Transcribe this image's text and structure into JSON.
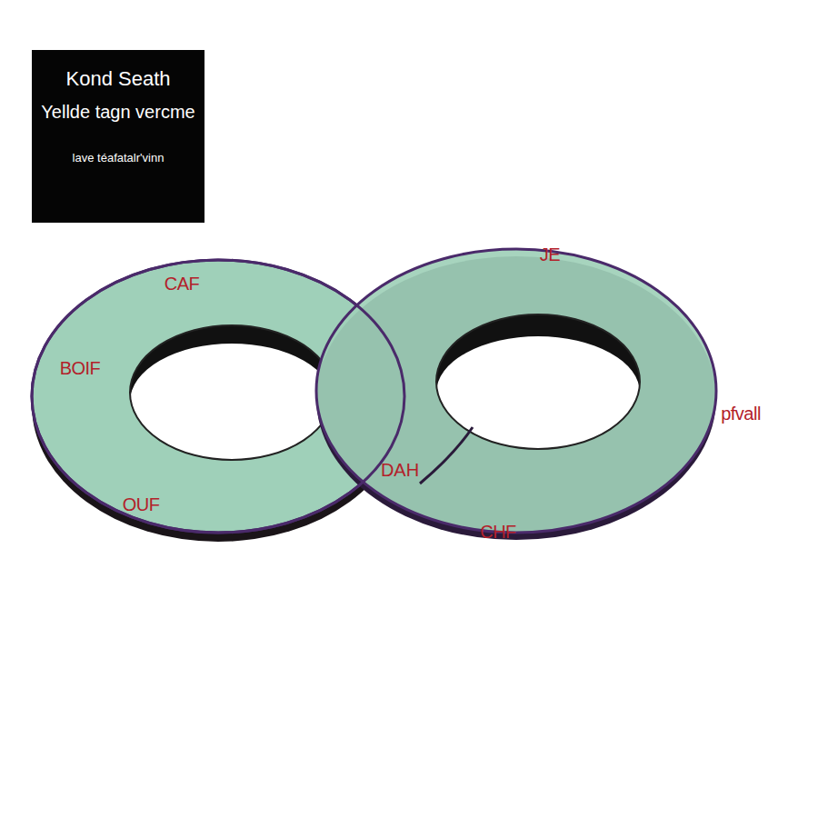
{
  "diagram": {
    "nodes": [
      {
        "text": [
          "Kond Seath",
          "Yellde tagn vercme",
          "lave téafatalr'vinn"
        ]
      },
      {
        "text": [
          "CAF",
          "BOIF",
          "OUF"
        ]
      },
      {
        "text": [
          "JE",
          "pfvall",
          "CHF"
        ]
      }
    ],
    "labels": [
      "DAH"
    ]
  }
}
